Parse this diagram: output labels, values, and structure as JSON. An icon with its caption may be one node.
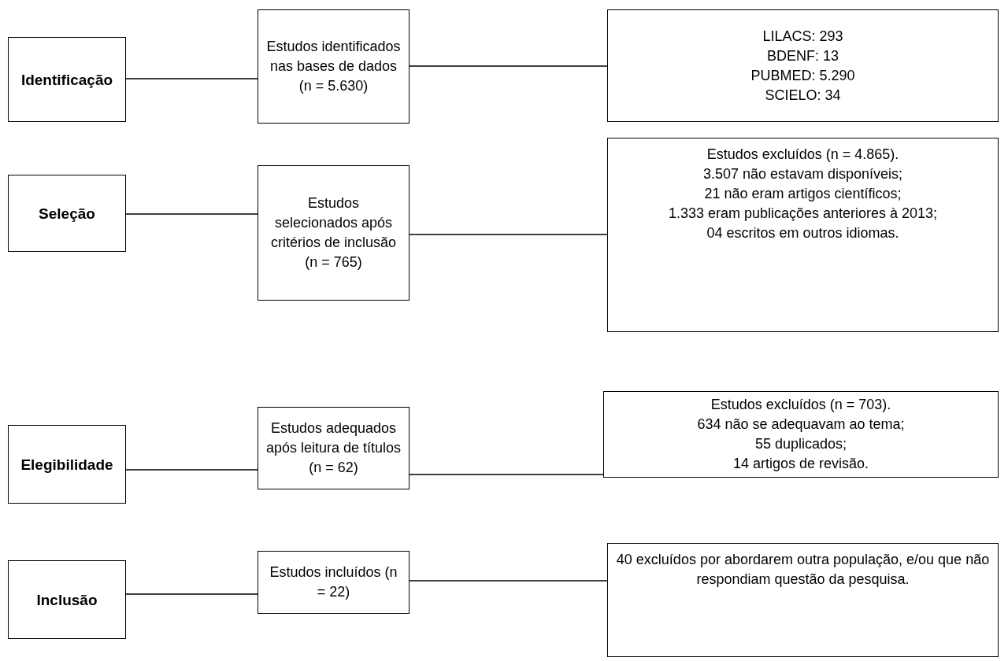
{
  "diagram": {
    "nodes": [
      {
        "text": [
          "Identificação"
        ]
      },
      {
        "text": [
          "Estudos identificados nas bases de dados (n = 5.630)"
        ]
      },
      {
        "text": [
          "LILACS: 293",
          "BDENF: 13",
          "PUBMED: 5.290",
          "SCIELO: 34"
        ]
      },
      {
        "text": [
          "Seleção"
        ]
      },
      {
        "text": [
          "Estudos selecionados após critérios de inclusão",
          "(n = 765)"
        ]
      },
      {
        "text": [
          "Estudos excluídos (n = 4.865).",
          "3.507 não estavam disponíveis;",
          "21 não eram artigos científicos;",
          "1.333 eram publicações anteriores à 2013;",
          "04 escritos em outros idiomas."
        ]
      },
      {
        "text": [
          "Elegibilidade"
        ]
      },
      {
        "text": [
          "Estudos adequados após leitura de títulos (n = 62)"
        ]
      },
      {
        "text": [
          "Estudos excluídos (n = 703).",
          "634 não se adequavam ao tema;",
          "55 duplicados;",
          "14 artigos de revisão."
        ]
      },
      {
        "text": [
          "Inclusão"
        ]
      },
      {
        "text": [
          "Estudos incluídos (n = 22)"
        ]
      },
      {
        "text": [
          "40 excluídos por abordarem outra população, e/ou que não respondiam questão da pesquisa."
        ]
      }
    ],
    "edges": [
      {
        "from": 0,
        "to": 1,
        "arrow": "none"
      },
      {
        "from": 1,
        "to": 2,
        "arrow": "none"
      },
      {
        "from": 3,
        "to": 4,
        "arrow": "none"
      },
      {
        "from": 4,
        "to": 5,
        "arrow": "none"
      },
      {
        "from": 6,
        "to": 7,
        "arrow": "none"
      },
      {
        "from": 7,
        "to": 8,
        "arrow": "none"
      },
      {
        "from": 9,
        "to": 10,
        "arrow": "none"
      },
      {
        "from": 10,
        "to": 11,
        "arrow": "none"
      }
    ]
  }
}
